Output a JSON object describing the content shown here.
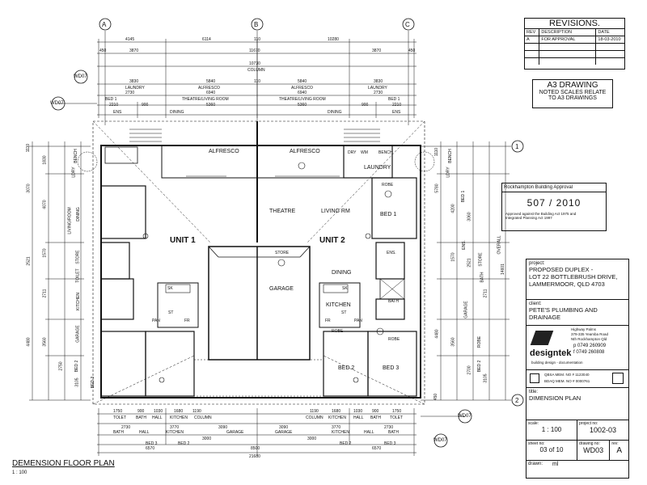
{
  "revisions": {
    "title": "REVISIONS.",
    "headers": [
      "REV",
      "DESCRIPTION",
      "DATE"
    ],
    "rows": [
      [
        "A",
        "FOR APPROVAL",
        "18-03-2010"
      ]
    ]
  },
  "a3_note": {
    "title": "A3 DRAWING",
    "line1": "NOTED SCALES RELATE",
    "line2": "TO A3 DRAWINGS"
  },
  "approval": {
    "label": "Rockhampton Building Approval",
    "number": "507 / 2010",
    "note_line1": "Approved against the Building Act 1975 and",
    "note_line2": "Integrated Planning Act 1997"
  },
  "project": {
    "label": "project:",
    "line1": "PROPOSED DUPLEX -",
    "line2": "LOT 22 BOTTLEBRUSH DRIVE,",
    "line3": "LAMMERMOOR, QLD 4703"
  },
  "client": {
    "label": "client:",
    "line1": "PETE'S PLUMBING AND",
    "line2": "DRAINAGE"
  },
  "company": {
    "name": "designtek",
    "tagline": "building design  -  documentation",
    "address1": "Highway Palms",
    "address2": "379-335 Yeamba Road",
    "address3": "Nth Rockhampton Qld",
    "phone": "p 0749 260909",
    "fax": "f 0749 260808",
    "qbsa": "QBSA MEM. NO # 1123040",
    "bdaq": "BDAQ MEM. NO # 0000761"
  },
  "title_block": {
    "title_label": "title:",
    "title": "DIMENSION PLAN",
    "scale_label": "scale:",
    "scale": "1 : 100",
    "project_no_label": "project no:",
    "project_no": "1002-03",
    "sheet_label": "sheet no:",
    "sheet": "03 of 10",
    "drawing_no_label": "drawing no:",
    "drawing_no": "WD03",
    "rev_label": "rev:",
    "rev": "A",
    "drawn_label": "drawn:",
    "drawn": "ml"
  },
  "plan": {
    "caption": "DEMENSION FLOOR PLAN",
    "caption_scale": "1 : 100",
    "grid_top": [
      "A",
      "B",
      "C"
    ],
    "grid_right": [
      "1",
      "2"
    ],
    "section_refs": [
      "WD07",
      "WD07",
      "WD07",
      "WD07"
    ],
    "unit1": "UNIT 1",
    "unit2": "UNIT 2",
    "rooms": {
      "alfresco": "ALFRESCO",
      "laundry": "LAUNDRY",
      "bench": "BENCH",
      "dry": "DRY",
      "wm": "WM",
      "theatre": "THEATRE",
      "living": "LIVING RM",
      "bed1": "BED 1",
      "store": "STORE",
      "garage": "GARAGE",
      "dining": "DINING",
      "kitchen": "KITCHEN",
      "ens": "ENS.",
      "bath": "BATH",
      "robe": "ROBE",
      "bed2": "BED 2",
      "bed3": "BED 3",
      "pan": "PAN",
      "fr": "FR",
      "st": "ST",
      "sk": "SK"
    },
    "top_dims": {
      "row1": [
        "4145",
        "6114",
        "110",
        "10280"
      ],
      "row2": [
        "450",
        "3870",
        "11670",
        "3870",
        "450"
      ],
      "row3": [
        "10730"
      ],
      "row3_label": "COLUMN",
      "row4": [
        "3830",
        "5840",
        "110",
        "5840",
        "3830"
      ],
      "row4_labels": [
        "LAUNDRY",
        "ALFRESCO",
        "ALFRESCO",
        "LAUNDRY"
      ],
      "row5": [
        "2730",
        "6940",
        "6940",
        "2730"
      ],
      "row6_labels": [
        "BED 1",
        "THEATRE/LIVING ROOM",
        "THEATRE/LIVING ROOM",
        "BED 1"
      ],
      "row6": [
        "2210",
        "900",
        "5360",
        "5360",
        "900",
        "2210"
      ],
      "row7_labels": [
        "ENS",
        "DINING",
        "DINING",
        "ENS"
      ]
    },
    "bottom_dims": {
      "row1": [
        "1750",
        "900",
        "1030",
        "1680",
        "1190",
        "1190",
        "1680",
        "1030",
        "900",
        "1750"
      ],
      "row1_labels": [
        "TOLET",
        "BATH",
        "HALL",
        "KITCHEN",
        "COLUMN",
        "COLUMN",
        "KITCHEN",
        "HALL",
        "BATH",
        "TOLET"
      ],
      "row2": [
        "2730",
        "3770",
        "3090",
        "3090",
        "3770",
        "2730"
      ],
      "row3_labels": [
        "BATH",
        "HALL",
        "KITCHEN",
        "GARAGE",
        "GARAGE",
        "KITCHEN",
        "HALL",
        "BATH"
      ],
      "row4": [
        "3000",
        "3000"
      ],
      "row4_labels": [
        "BED 3",
        "BED 2",
        "BED 2",
        "BED 3"
      ],
      "row5": [
        "6570",
        "8500",
        "6570"
      ],
      "overall": "21680"
    },
    "left_dims": [
      "1110",
      "1830",
      "3070",
      "4070",
      "1570",
      "2521",
      "2711",
      "4480",
      "3560",
      "2750",
      "3105"
    ],
    "left_labels": [
      "BENCH",
      "LDRY",
      "LIVING/ROOM",
      "DINING",
      "STORE",
      "TOILET",
      "KITCHEN",
      "GARAGE",
      "BED 2",
      "BED 3"
    ],
    "right_dims": [
      "1110",
      "5780",
      "4200",
      "3060",
      "1570",
      "2521",
      "2711",
      "4480",
      "3560",
      "14601",
      "2700",
      "3105",
      "450"
    ],
    "right_labels": [
      "BENCH",
      "LDRY",
      "BED 1",
      "ENS.",
      "STORE",
      "BATH",
      "GARAGE",
      "ROBE",
      "BED 2",
      "OVERALL"
    ]
  }
}
